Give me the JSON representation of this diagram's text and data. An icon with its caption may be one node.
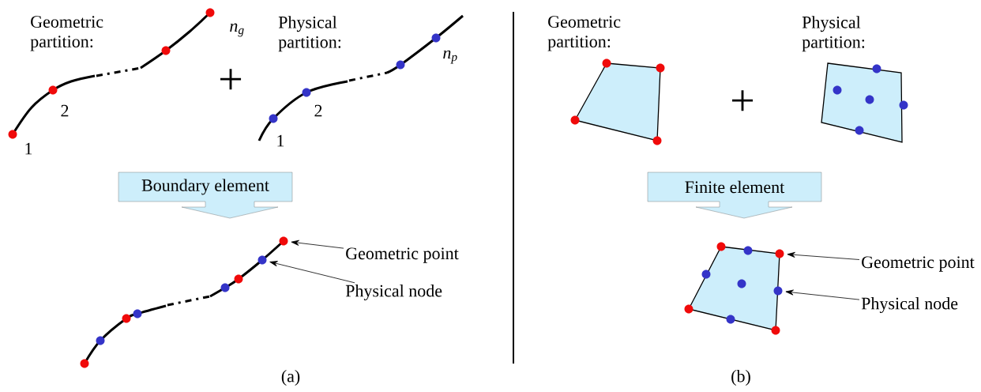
{
  "diagram": {
    "nodes": [
      {
        "text": [
          "Boundary element"
        ]
      },
      {
        "text": [
          "Geometric point"
        ]
      },
      {
        "text": [],
        "shape": "circle"
      },
      {
        "text": [
          "Physical node"
        ]
      },
      {
        "text": [],
        "shape": "circle"
      },
      {
        "text": [
          "Finite element"
        ]
      },
      {
        "text": [
          "Geometric point"
        ]
      },
      {
        "text": [],
        "shape": "circle"
      },
      {
        "text": [
          "Physical node"
        ]
      },
      {
        "text": [],
        "shape": "circle"
      }
    ],
    "edges": [
      {
        "from": 1,
        "to": 2,
        "arrow": "to"
      },
      {
        "from": 3,
        "to": 4,
        "arrow": "to"
      },
      {
        "from": 6,
        "to": 7,
        "arrow": "to"
      },
      {
        "from": 8,
        "to": 9,
        "arrow": "to"
      }
    ],
    "labels": [
      "Geometric partition:",
      "n$_{g}$",
      "+",
      "Physical partition:",
      "n$_{p}$",
      "2",
      "1",
      "2",
      "1",
      "Geometric partition:",
      "+",
      "Physical partition:",
      "(a)",
      "(b)"
    ]
  }
}
